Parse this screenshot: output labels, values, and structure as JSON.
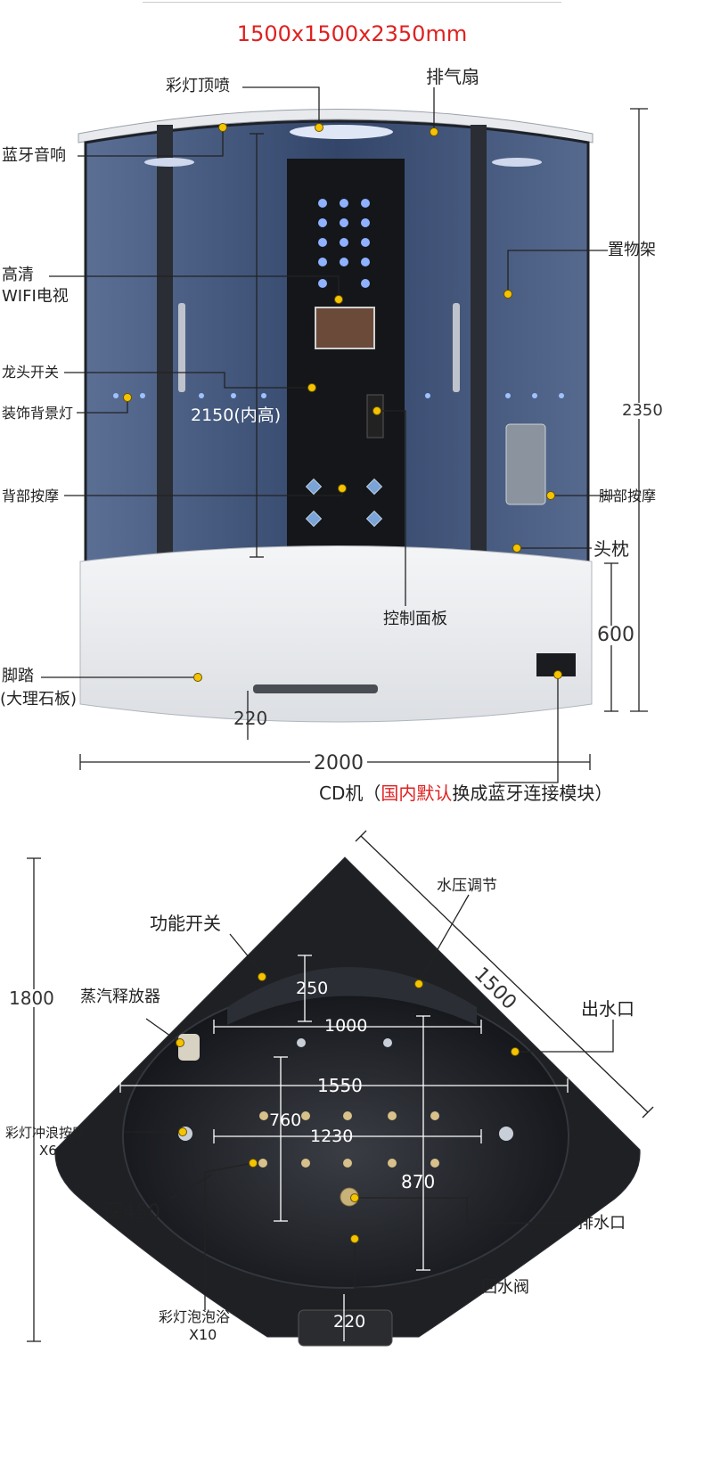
{
  "title": "1500x1500x2350mm",
  "top_labels": {
    "rgb_top_spray": "彩灯顶喷",
    "exhaust_fan": "排气扇",
    "bt_speaker": "蓝牙音响",
    "hd_tv_line1": "高清",
    "hd_tv_line2": "WIFI电视",
    "faucet_switch": "龙头开关",
    "deco_light": "装饰背景灯",
    "back_massage": "背部按摩",
    "shelf": "置物架",
    "foot_massage": "脚部按摩",
    "pillow": "头枕",
    "control_panel": "控制面板",
    "step_line1": "脚踏",
    "step_line2": "(大理石板)",
    "cd_prefix": "CD机（",
    "cd_red": "国内默认",
    "cd_suffix": "换成蓝牙连接模块）"
  },
  "top_dims": {
    "inner_height": "2150(内高)",
    "total_height": "2350",
    "base_height": "600",
    "step_height": "220",
    "width": "2000"
  },
  "bottom_labels": {
    "function_switch": "功能开关",
    "pressure": "水压调节",
    "steam": "蒸汽释放器",
    "outlet": "出水口",
    "rgb_wave_line1": "彩灯冲浪按摩",
    "rgb_wave_line2": "X6",
    "depth": "深450",
    "drain": "排水口",
    "return_valve": "回水阀",
    "bubble_line1": "彩灯泡泡浴",
    "bubble_line2": "X10"
  },
  "bottom_dims": {
    "diag": "1500",
    "height": "1800",
    "d250": "250",
    "d1000": "1000",
    "d1550": "1550",
    "d760": "760",
    "d1230": "1230",
    "d870": "870",
    "d220": "220"
  },
  "colors": {
    "accent_red": "#e02020",
    "marker": "#f5c400",
    "glass": "#3b4f73",
    "frame": "#2a2d33",
    "tub_dark": "#1b1d22"
  }
}
